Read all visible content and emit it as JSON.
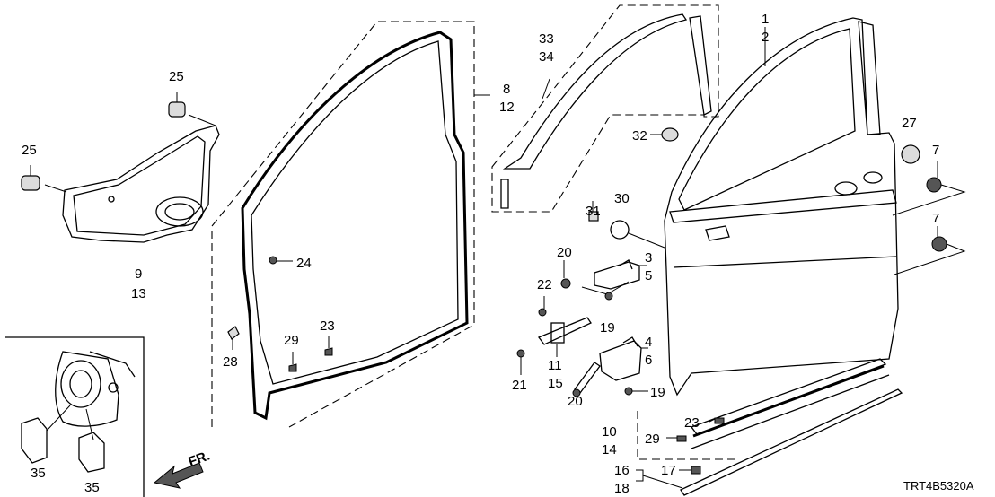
{
  "diagram_code": "TRT4B5320A",
  "direction_label": "FR.",
  "callouts": {
    "c1": "1",
    "c2": "2",
    "c3": "3",
    "c4": "4",
    "c5": "5",
    "c6": "6",
    "c7a": "7",
    "c7b": "7",
    "c8": "8",
    "c9": "9",
    "c10": "10",
    "c11": "11",
    "c12": "12",
    "c13": "13",
    "c14": "14",
    "c15": "15",
    "c16": "16",
    "c17": "17",
    "c18": "18",
    "c19a": "19",
    "c19b": "19",
    "c20a": "20",
    "c20b": "20",
    "c21": "21",
    "c22": "22",
    "c23a": "23",
    "c23b": "23",
    "c24": "24",
    "c25a": "25",
    "c25b": "25",
    "c27": "27",
    "c28": "28",
    "c29a": "29",
    "c29b": "29",
    "c30": "30",
    "c31": "31",
    "c32": "32",
    "c33": "33",
    "c34": "34",
    "c35a": "35",
    "c35b": "35"
  }
}
